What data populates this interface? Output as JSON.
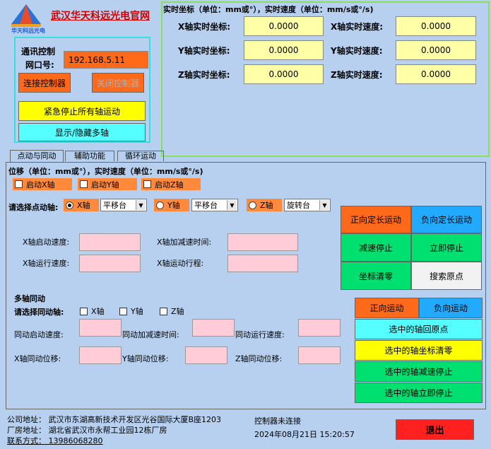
{
  "logo": {
    "text": "华天科远光电",
    "title": "武汉华天科远光电官网"
  },
  "comm": {
    "label_line1": "通讯控制",
    "label_line2": "网口号:",
    "ip": "192.168.5.11",
    "connect_btn": "连接控制器",
    "disconnect_btn": "关闭控制器",
    "estop_btn": "紧急停止所有轴运动",
    "toggle_btn": "显示/隐藏多轴"
  },
  "realtime": {
    "title": "实时坐标（单位：mm或°），实时速度（单位：mm/s或°/s)",
    "rows": [
      {
        "coord_label": "X轴实时坐标:",
        "coord": "0.0000",
        "speed_label": "X轴实时速度:",
        "speed": "0.0000"
      },
      {
        "coord_label": "Y轴实时坐标:",
        "coord": "0.0000",
        "speed_label": "Y轴实时速度:",
        "speed": "0.0000"
      },
      {
        "coord_label": "Z轴实时坐标:",
        "coord": "0.0000",
        "speed_label": "Z轴实时速度:",
        "speed": "0.0000"
      }
    ]
  },
  "tabs": [
    "点动与同动",
    "辅助功能",
    "循环运动"
  ],
  "jog": {
    "subtitle": "位移（单位：mm或°），实时速度（单位：mm/s或°/s)",
    "enable": [
      "启动X轴",
      "启动Y轴",
      "启动Z轴"
    ],
    "select_label": "请选择点动轴:",
    "axes": [
      {
        "name": "X轴",
        "stage": "平移台"
      },
      {
        "name": "Y轴",
        "stage": "平移台"
      },
      {
        "name": "Z轴",
        "stage": "旋转台"
      }
    ],
    "start_speed": "X轴启动速度:",
    "accel_time": "X轴加减速时间:",
    "run_speed": "X轴运行速度:",
    "travel": "X轴运动行程:"
  },
  "jog_buttons": {
    "pos_fixed": "正向定长运动",
    "neg_fixed": "负向定长运动",
    "decel_stop": "减速停止",
    "instant_stop": "立即停止",
    "zero": "坐标清零",
    "home": "搜索原点"
  },
  "multi": {
    "title": "多轴同动",
    "select_label": "请选择同动轴:",
    "axes": [
      "X轴",
      "Y轴",
      "Z轴"
    ],
    "start_speed": "同动启动速度:",
    "accel_time": "同动加减速时间:",
    "run_speed": "同动运行速度:",
    "x_disp": "X轴同动位移:",
    "y_disp": "Y轴同动位移:",
    "z_disp": "Z轴同动位移:"
  },
  "multi_buttons": {
    "pos": "正向运动",
    "neg": "负向运动",
    "home": "选中的轴回原点",
    "zero": "选中的轴坐标清零",
    "decel": "选中的轴减速停止",
    "instant": "选中的轴立即停止"
  },
  "footer": {
    "address": "公司地址：  武汉市东湖高新技术开发区光谷国际大厦B座1203",
    "factory": "厂房地址：  湖北省武汉市永帮工业园12栋厂房",
    "contact": "联系方式：  13986068280",
    "status": "控制器未连接",
    "datetime": "2024年08月21日  15:20:57",
    "exit_btn": "退出"
  },
  "colors": {
    "accent_yellow": "#ffff00",
    "orange": "#ff6a1a",
    "green": "#00e070",
    "cyan": "#55ffff",
    "blue": "#22aaff",
    "red": "#ff2020"
  }
}
